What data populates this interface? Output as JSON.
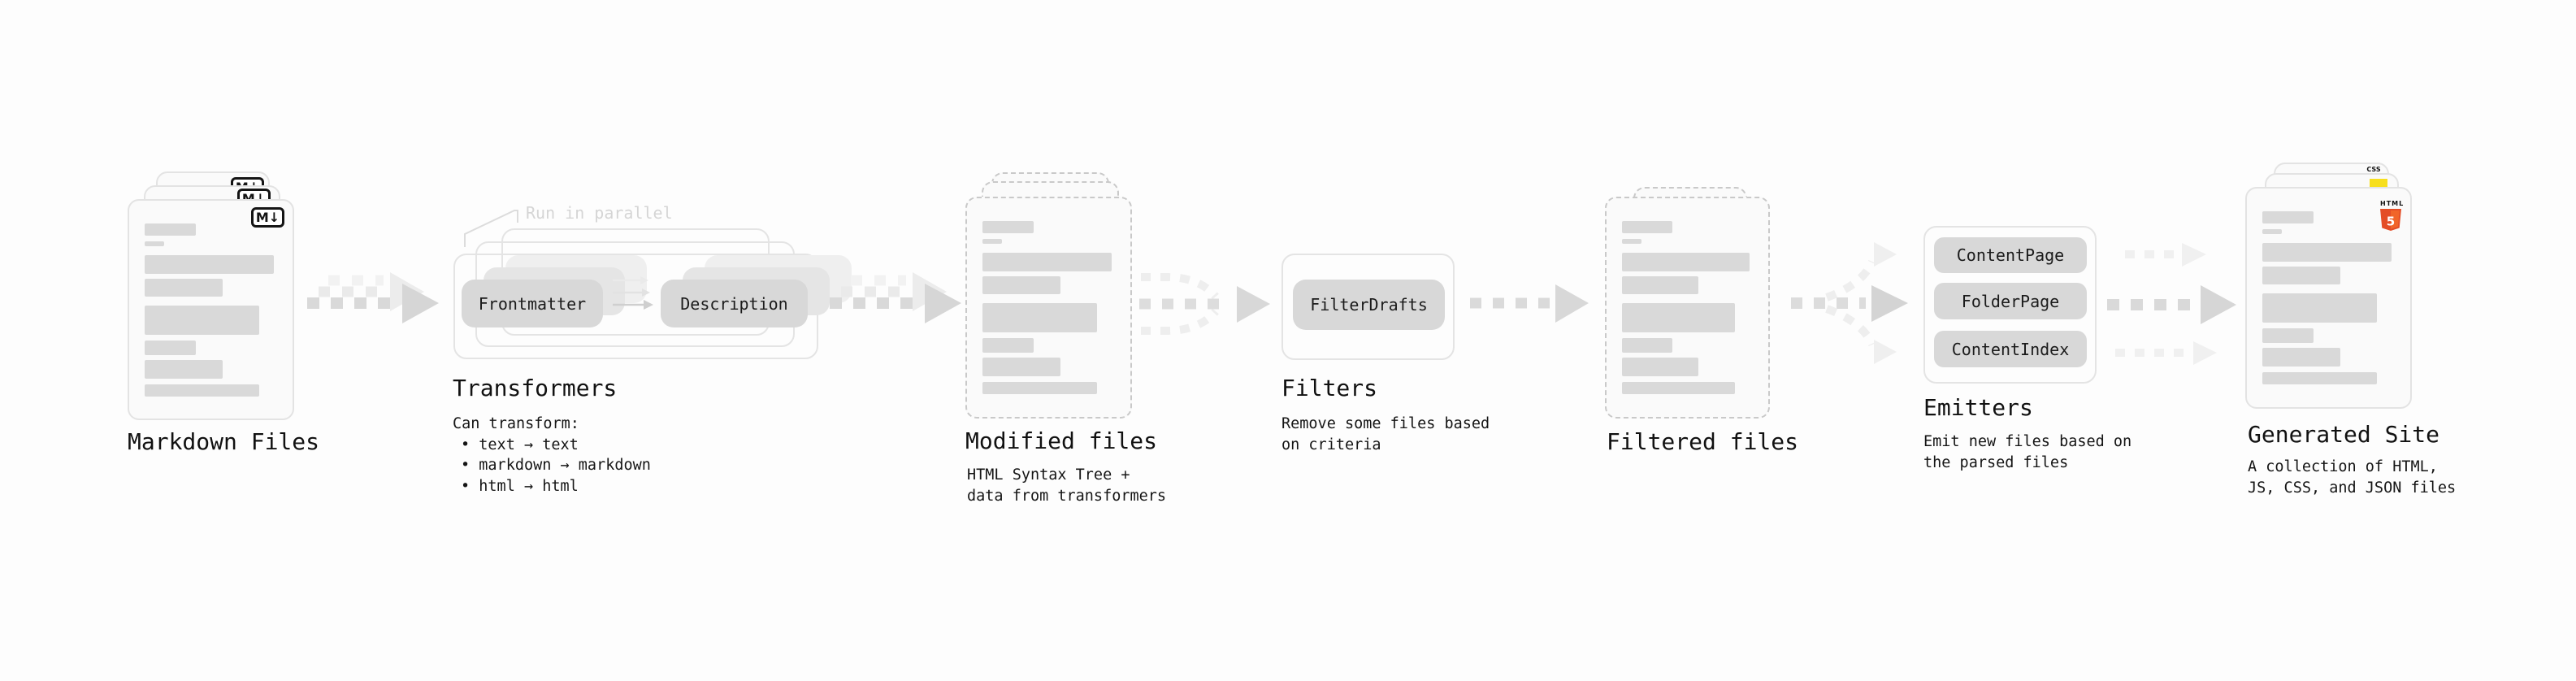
{
  "nodes": {
    "markdown_files": {
      "label": "Markdown Files",
      "badge": "M↓"
    },
    "transformers": {
      "label": "Transformers",
      "note": "Run in parallel",
      "buttons": [
        "Frontmatter",
        "Description"
      ],
      "desc_title": "Can transform:",
      "bullets": [
        "• text → text",
        "• markdown → markdown",
        "• html → html"
      ]
    },
    "modified_files": {
      "label": "Modified files",
      "desc": [
        "HTML Syntax Tree +",
        "data from transformers"
      ]
    },
    "filters": {
      "label": "Filters",
      "buttons": [
        "FilterDrafts"
      ],
      "desc": [
        "Remove some files based",
        "on criteria"
      ]
    },
    "filtered_files": {
      "label": "Filtered files"
    },
    "emitters": {
      "label": "Emitters",
      "buttons": [
        "ContentPage",
        "FolderPage",
        "ContentIndex"
      ],
      "desc": [
        "Emit new files based on",
        "the parsed files"
      ]
    },
    "generated_site": {
      "label": "Generated Site",
      "desc": [
        "A collection of HTML,",
        "JS, CSS, and JSON files"
      ],
      "badges": {
        "css": "CSS",
        "html_logo_text": "HTML",
        "html_logo_number": "5"
      }
    }
  },
  "colors": {
    "bar": "#d9d9d9",
    "card_bg": "#fafafa",
    "card_border": "#e3e3e3",
    "dash_border": "#c9c9c9",
    "pill_bg": "#d8d8d8",
    "pill_ghost": "#e5e5e5",
    "pill_ghost2": "#efefef",
    "muted_note": "#d5d5d5",
    "badge_ink": "#141414",
    "js_yellow": "#f7df1e",
    "html5_orange": "#e44d26",
    "html5_orange_light": "#f16529",
    "css_blue": "#2965f1"
  }
}
